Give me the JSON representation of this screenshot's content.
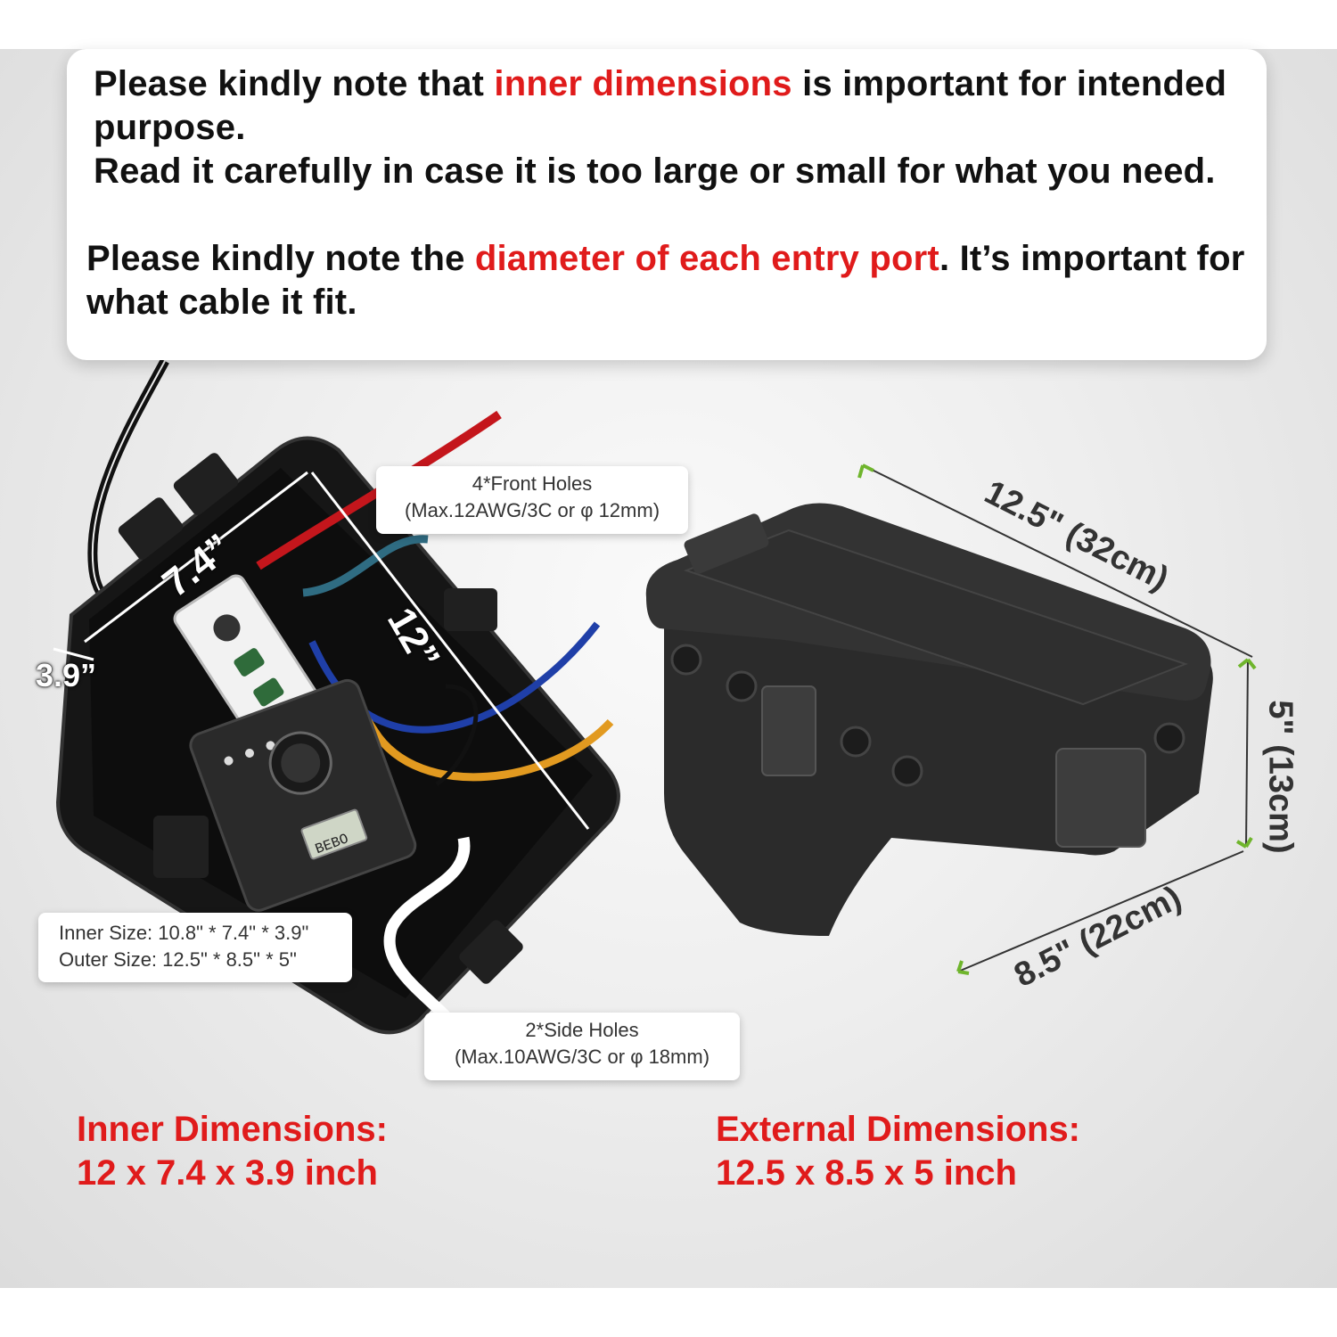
{
  "notice": {
    "p1_before": "Please kindly note that ",
    "p1_highlight": "inner dimensions",
    "p1_after": " is important for intended purpose.",
    "p1_line2": "Read it carefully in case it is too large or small for what you need.",
    "p2_before": "Please kindly note the ",
    "p2_highlight": "diameter of each entry port",
    "p2_after": ". It’s important for what cable it fit."
  },
  "callouts": {
    "front_holes": {
      "title": "4*Front Holes",
      "spec": "(Max.12AWG/3C or φ 12mm)"
    },
    "side_holes": {
      "title": "2*Side Holes",
      "spec": "(Max.10AWG/3C or φ 18mm)"
    },
    "size_info": {
      "inner": "Inner Size: 10.8\" * 7.4\" * 3.9\"",
      "outer": "Outer Size: 12.5\" * 8.5\" * 5\""
    }
  },
  "measurements": {
    "inner_width": "7.4”",
    "inner_length": "12”",
    "inner_height": "3.9”",
    "ext_length": "12.5\" (32cm)",
    "ext_height": "5\" (13cm)",
    "ext_width": "8.5\" (22cm)"
  },
  "timer_display": "BEBO",
  "inner_dimensions": {
    "label": "Inner Dimensions:",
    "value": "12 x 7.4 x 3.9 inch"
  },
  "external_dimensions": {
    "label": "External Dimensions:",
    "value": "12.5 x 8.5 x 5 inch"
  },
  "colors": {
    "accent_red": "#e01b1b",
    "arrow_green": "#6fb52c",
    "box_black": "#2b2b2b"
  }
}
